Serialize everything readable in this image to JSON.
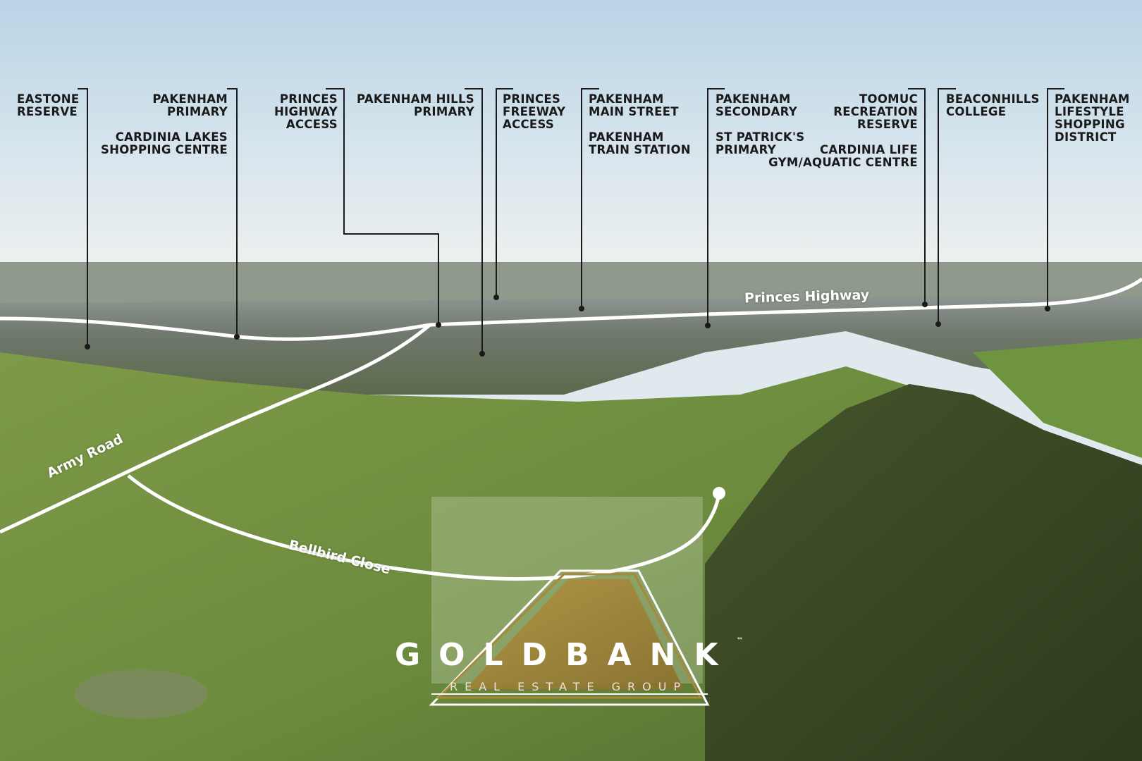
{
  "image": {
    "description_colors": {
      "sky_top": "#bcd6e6",
      "sky_bottom": "#e9eef0",
      "town": "#6b756b",
      "pasture": "#7f9a4a",
      "forest": "#3a4a22",
      "route": "#ffffff",
      "leader": "#1a1a1a",
      "gold": "#a8883a"
    }
  },
  "labels": [
    {
      "id": "eastone",
      "text": "EASTONE\nRESERVE"
    },
    {
      "id": "pakenham-primary",
      "text": "PAKENHAM\nPRIMARY"
    },
    {
      "id": "cardinia-lakes",
      "text": "CARDINIA LAKES\nSHOPPING CENTRE"
    },
    {
      "id": "princes-highway-access",
      "text": "PRINCES\nHIGHWAY\nACCESS"
    },
    {
      "id": "pakenham-hills",
      "text": "PAKENHAM HILLS\nPRIMARY"
    },
    {
      "id": "princes-freeway-access",
      "text": "PRINCES\nFREEWAY\nACCESS"
    },
    {
      "id": "pakenham-main-street",
      "text": "PAKENHAM\nMAIN STREET"
    },
    {
      "id": "pakenham-train-station",
      "text": "PAKENHAM\nTRAIN STATION"
    },
    {
      "id": "pakenham-secondary",
      "text": "PAKENHAM\nSECONDARY"
    },
    {
      "id": "st-patricks",
      "text": "ST PATRICK'S\nPRIMARY"
    },
    {
      "id": "toomuc",
      "text": "TOOMUC\nRECREATION\nRESERVE"
    },
    {
      "id": "cardinia-life",
      "text": "CARDINIA LIFE\nGYM/AQUATIC CENTRE"
    },
    {
      "id": "beaconhills",
      "text": "BEACONHILLS\nCOLLEGE"
    },
    {
      "id": "pakenham-lifestyle",
      "text": "PAKENHAM\nLIFESTYLE\nSHOPPING\nDISTRICT"
    }
  ],
  "roads": {
    "princes_highway": "Princes Highway",
    "army_road": "Army Road",
    "bellbird_close": "Bellbird Close"
  },
  "brand": {
    "name": "GOLDBANK",
    "tm": "™",
    "tagline": "REAL ESTATE GROUP"
  }
}
